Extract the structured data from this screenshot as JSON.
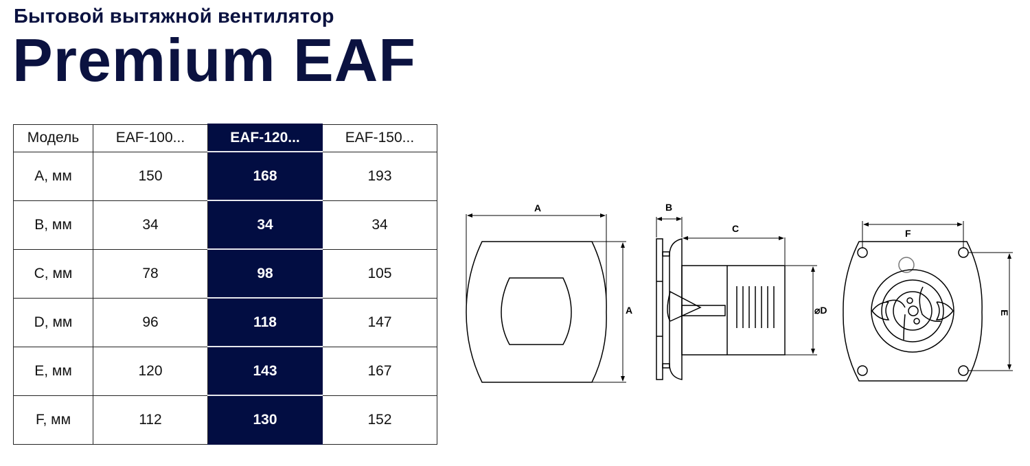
{
  "header": {
    "subtitle": "Бытовой вытяжной вентилятор",
    "title": "Premium EAF"
  },
  "accent_color": "#020d42",
  "table": {
    "columns": [
      "Модель",
      "EAF-100...",
      "EAF-120...",
      "EAF-150..."
    ],
    "highlighted_column": 2,
    "rows": [
      {
        "label": "A, мм",
        "values": [
          "150",
          "168",
          "193"
        ]
      },
      {
        "label": "B, мм",
        "values": [
          "34",
          "34",
          "34"
        ]
      },
      {
        "label": "C, мм",
        "values": [
          "78",
          "98",
          "105"
        ]
      },
      {
        "label": "D, мм",
        "values": [
          "96",
          "118",
          "147"
        ]
      },
      {
        "label": "E, мм",
        "values": [
          "120",
          "143",
          "167"
        ]
      },
      {
        "label": "F, мм",
        "values": [
          "112",
          "130",
          "152"
        ]
      }
    ]
  },
  "drawings": {
    "front": {
      "width_label": "A",
      "height_label": "A"
    },
    "side": {
      "b_label": "B",
      "c_label": "C",
      "d_label": "⌀D"
    },
    "back": {
      "f_label": "F",
      "e_label": "E"
    }
  }
}
